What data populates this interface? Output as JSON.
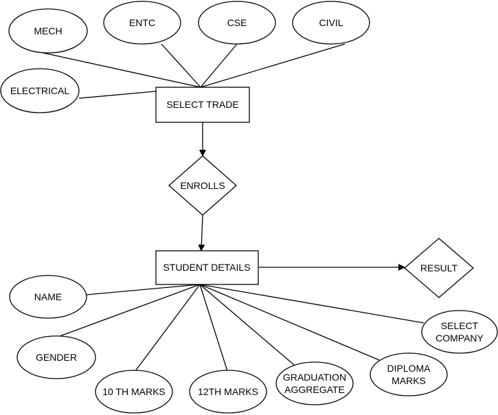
{
  "attributes": {
    "mech": "MECH",
    "entc": "ENTC",
    "cse": "CSE",
    "civil": "CIVIL",
    "electrical": "ELECTRICAL",
    "name": "NAME",
    "gender": "GENDER",
    "tenth_marks": "10 TH MARKS",
    "twelfth_marks": "12TH MARKS",
    "graduation_aggregate_line1": "GRADUATION",
    "graduation_aggregate_line2": "AGGREGATE",
    "diploma_marks_line1": "DIPLOMA",
    "diploma_marks_line2": "MARKS",
    "select_company_line1": "SELECT",
    "select_company_line2": "COMPANY"
  },
  "entities": {
    "select_trade": "SELECT TRADE",
    "student_details": "STUDENT DETAILS"
  },
  "relationships": {
    "enrolls": "ENROLLS",
    "result": "RESULT"
  }
}
